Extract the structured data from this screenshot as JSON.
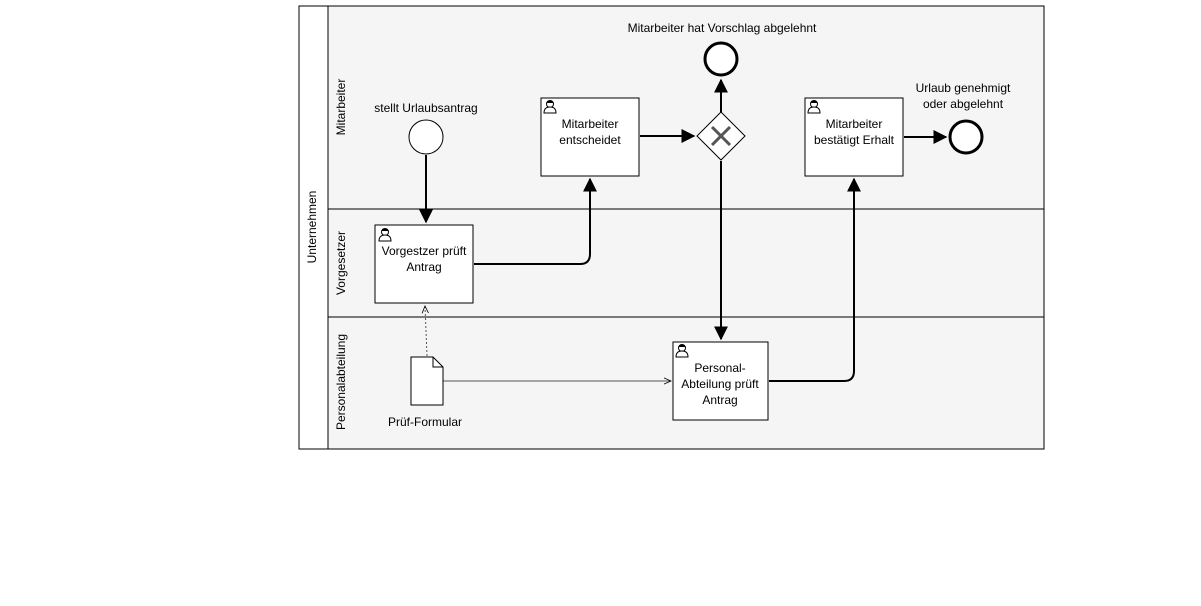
{
  "pool": {
    "label": "Unternehmen"
  },
  "lanes": {
    "mitarbeiter": "Mitarbeiter",
    "vorgesetzer": "Vorgesetzer",
    "personal": "Personalabteilung"
  },
  "events": {
    "start": "stellt Urlaubsantrag",
    "end_rejected": "Mitarbeiter hat Vorschlag abgelehnt",
    "end_final_line1": "Urlaub genehmigt",
    "end_final_line2": "oder abgelehnt"
  },
  "tasks": {
    "vorgesetzer_line1": "Vorgestzer prüft",
    "vorgesetzer_line2": "Antrag",
    "mitarbeiter_line1": "Mitarbeiter",
    "mitarbeiter_line2": "entscheidet",
    "bestaetigt_line1": "Mitarbeiter",
    "bestaetigt_line2": "bestätigt Erhalt",
    "personal_line1": "Personal-",
    "personal_line2": "Abteilung prüft",
    "personal_line3": "Antrag"
  },
  "data_object": {
    "label": "Prüf-Formular"
  }
}
